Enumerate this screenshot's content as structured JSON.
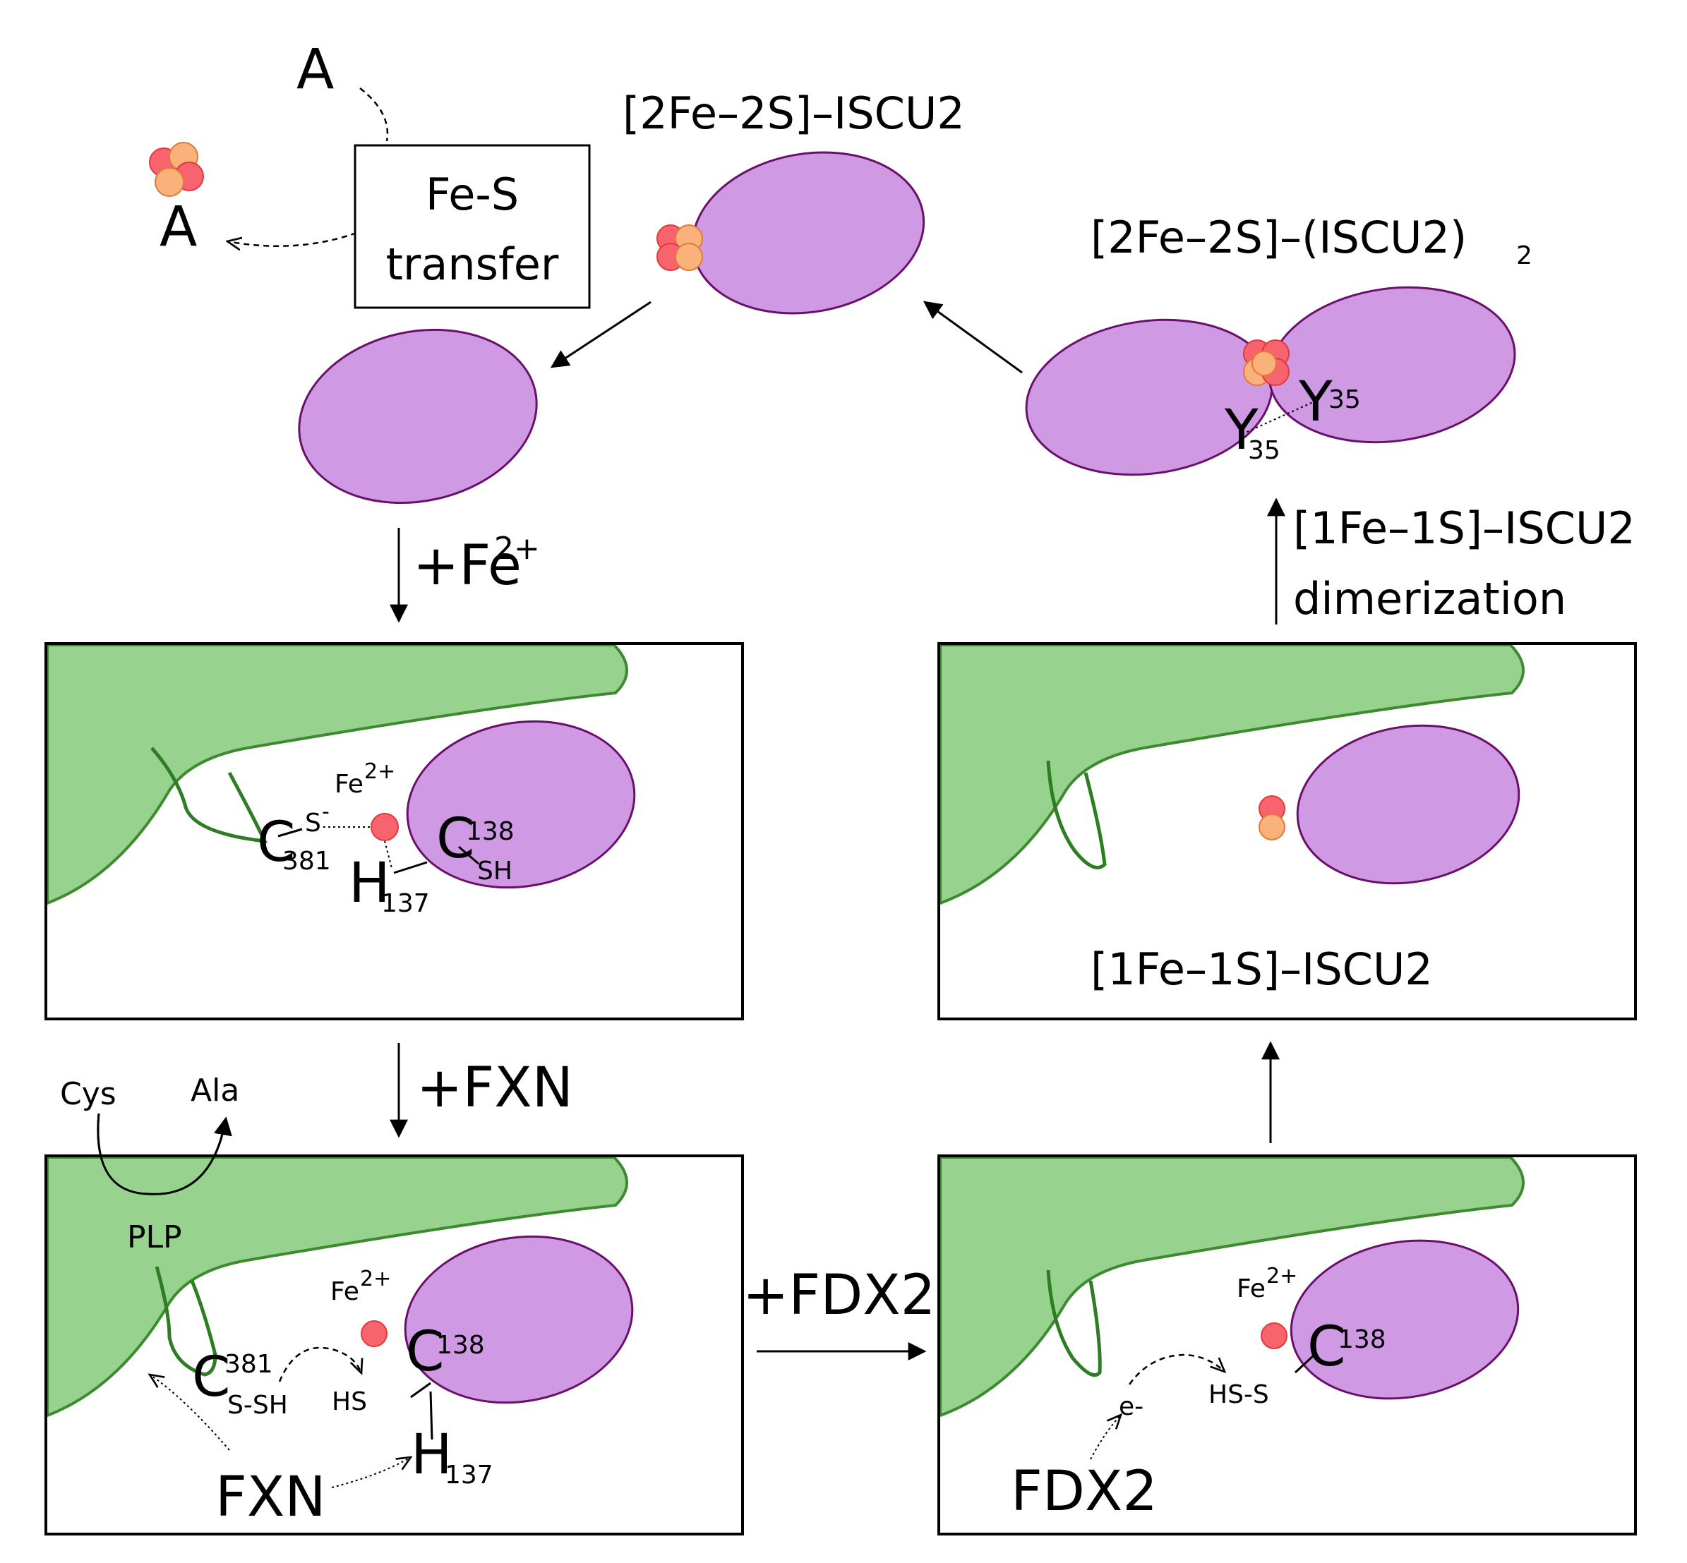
{
  "top": {
    "acceptor_top": "A",
    "acceptor_left": "A",
    "transfer_box": {
      "line1": "Fe-S",
      "line2": "transfer"
    },
    "holo_label": "[2Fe–2S]–ISCU2",
    "dimer_label": "[2Fe–2S]–(ISCU2)",
    "dimer_subscript": "2",
    "tyr_left": "Y",
    "tyr_left_num": "35",
    "tyr_right": "Y",
    "tyr_right_num": "35"
  },
  "steps": {
    "add_fe": "+Fe",
    "add_fe_sup": "2+",
    "add_fxn": "+FXN",
    "add_fdx2": "+FDX2",
    "dimerization_line1": "[1Fe–1S]–ISCU2",
    "dimerization_line2": "dimerization"
  },
  "panel1": {
    "fe": "Fe",
    "fe_sup": "2+",
    "s_minus": "S",
    "s_minus_sup": "-",
    "c381": "C",
    "c381_num": "381",
    "c138": "C",
    "c138_num": "138",
    "sh": "SH",
    "h137": "H",
    "h137_num": "137"
  },
  "panel2": {
    "label": "[1Fe–1S]–ISCU2"
  },
  "panel3": {
    "cys": "Cys",
    "ala": "Ala",
    "plp": "PLP",
    "fe": "Fe",
    "fe_sup": "2+",
    "c381": "C",
    "c381_num": "381",
    "ssh": "S-SH",
    "hs": "HS",
    "c138": "C",
    "c138_num": "138",
    "h137": "H",
    "h137_num": "137",
    "fxn": "FXN"
  },
  "panel4": {
    "fe": "Fe",
    "fe_sup": "2+",
    "c138": "C",
    "c138_num": "138",
    "hss": "HS-S",
    "electron": "e-",
    "fdx2": "FDX2"
  },
  "colors": {
    "iscu2": "#cf99e3",
    "nfs1": "#97d38f",
    "iron": "#f7646e",
    "sulfur": "#fbb27a"
  },
  "icons": [
    "fe-s-cluster-icon",
    "iron-atom-icon"
  ]
}
